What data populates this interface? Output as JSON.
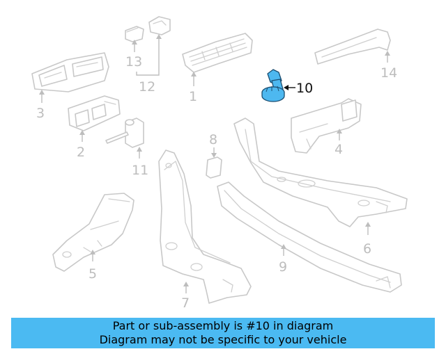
{
  "diagram": {
    "callouts": {
      "c1": "1",
      "c2": "2",
      "c3": "3",
      "c4": "4",
      "c5": "5",
      "c6": "6",
      "c7": "7",
      "c8": "8",
      "c9": "9",
      "c10": "10",
      "c11": "11",
      "c12": "12",
      "c13": "13",
      "c14": "14"
    },
    "highlighted_part": "10",
    "colors": {
      "highlight": "#4db8f0",
      "banner": "#4bbaf2",
      "line_art": "#c8c8c8"
    }
  },
  "banner": {
    "line1": "Part or sub-assembly is #10 in diagram",
    "line2": "Diagram may not be specific to your vehicle"
  }
}
